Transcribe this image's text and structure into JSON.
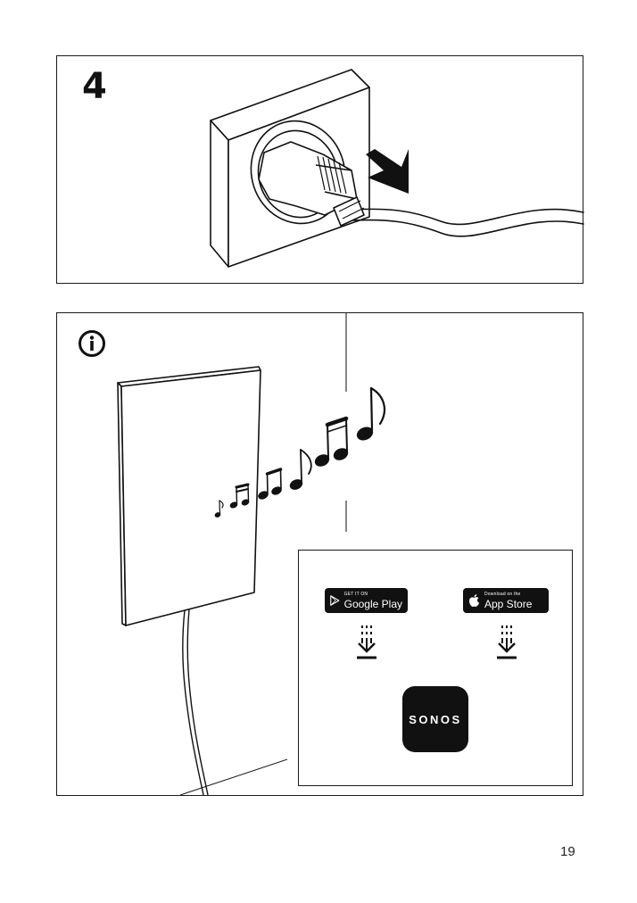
{
  "step": {
    "number": "4"
  },
  "info": {
    "icon": "info-icon"
  },
  "apps": {
    "google_play": {
      "small": "GET IT ON",
      "big": "Google Play",
      "icon": "play-triangle-icon"
    },
    "app_store": {
      "small": "Download on the",
      "big": "App Store",
      "icon": "apple-icon"
    },
    "sonos": {
      "label": "SONOS"
    },
    "download_icon": "download-arrow-icon"
  },
  "page": {
    "number": "19"
  }
}
